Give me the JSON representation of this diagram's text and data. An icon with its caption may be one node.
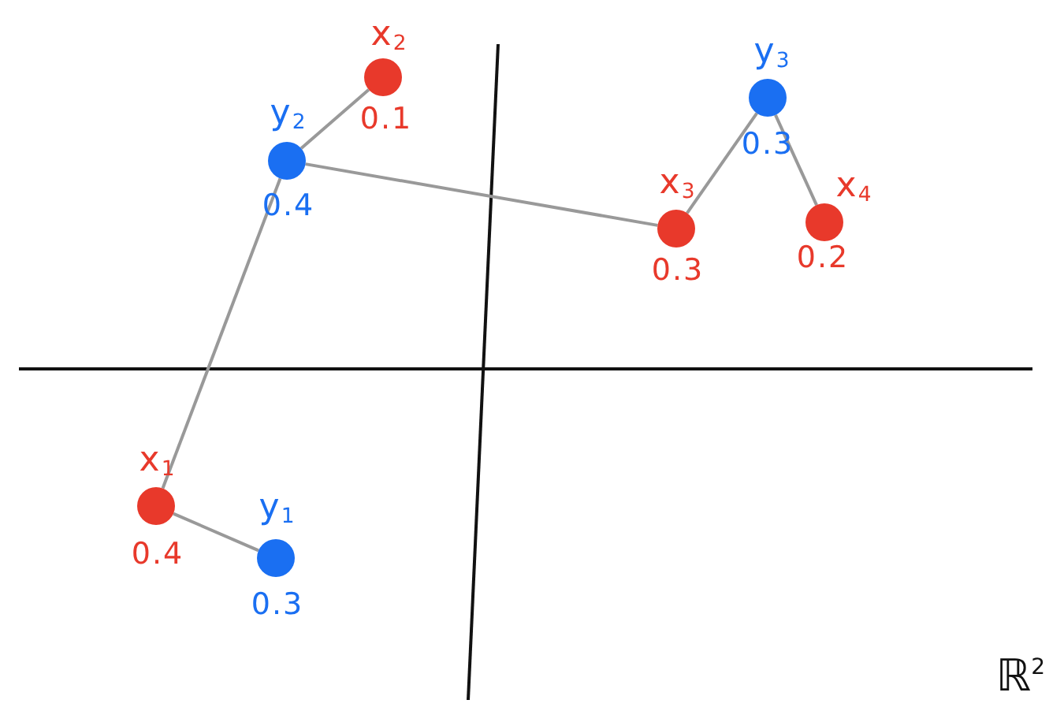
{
  "diagram": {
    "nodes": [
      {
        "text": [
          "x$_{2}$",
          "0.1"
        ]
      },
      {
        "text": [
          "y$_{2}$",
          "0.4"
        ]
      },
      {
        "text": [
          "y$_{3}$",
          "0.3"
        ]
      },
      {
        "text": [
          "x$_{3}$",
          "0.3"
        ]
      },
      {
        "text": [
          "x$_{4}$",
          "0.2"
        ]
      },
      {
        "text": [
          "x$_{1}$",
          "0.4"
        ]
      },
      {
        "text": [
          "y$_{1}$",
          "0.3"
        ]
      }
    ],
    "edges": [
      {
        "from": 1,
        "to": 0,
        "arrow": "none"
      },
      {
        "from": 1,
        "to": 3,
        "arrow": "none"
      },
      {
        "from": 3,
        "to": 2,
        "arrow": "none"
      },
      {
        "from": 2,
        "to": 4,
        "arrow": "none"
      },
      {
        "from": 5,
        "to": 1,
        "arrow": "none"
      },
      {
        "from": 5,
        "to": 6,
        "arrow": "none"
      }
    ],
    "labels": [
      "ℝ$^{2}$"
    ]
  }
}
